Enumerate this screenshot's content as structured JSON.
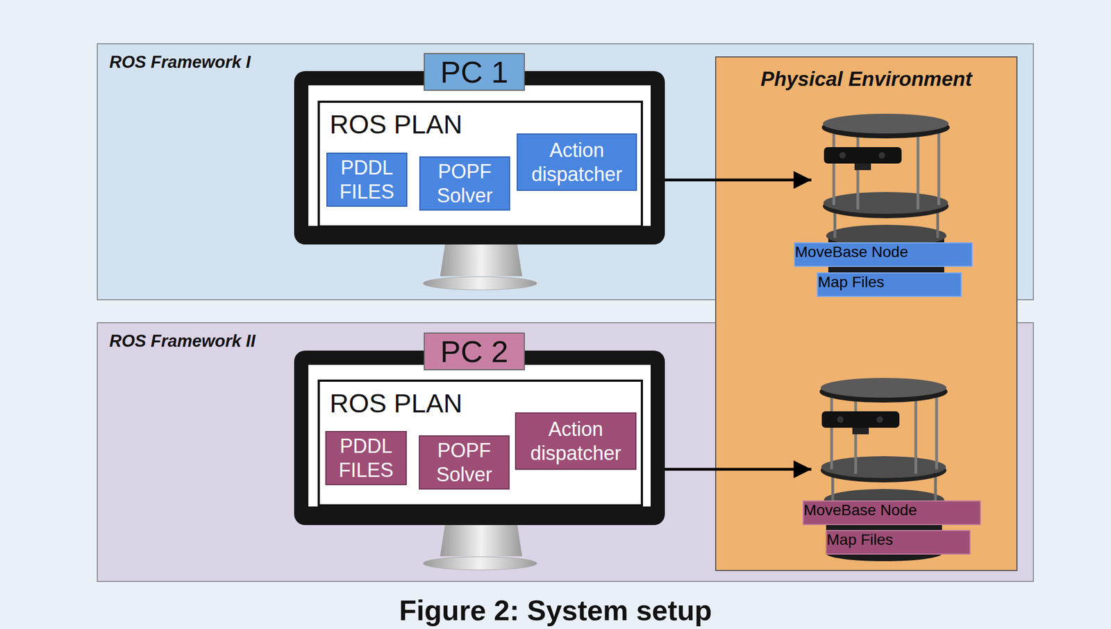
{
  "diagram": {
    "caption": "Figure 2: System setup",
    "nodes": [
      {
        "text": [
          "ROS Framework I"
        ]
      },
      {
        "text": [
          "PC 1"
        ],
        "in": 0
      },
      {
        "text": [
          "ROS PLAN"
        ],
        "in": 1
      },
      {
        "text": [
          "PDDL FILES"
        ],
        "in": 2
      },
      {
        "text": [
          "POPF Solver"
        ],
        "in": 2
      },
      {
        "text": [
          "Action dispatcher"
        ],
        "in": 2
      },
      {
        "text": [
          "ROS Framework II"
        ]
      },
      {
        "text": [
          "PC 2"
        ],
        "in": 6
      },
      {
        "text": [
          "ROS PLAN"
        ],
        "in": 7
      },
      {
        "text": [
          "PDDL FILES"
        ],
        "in": 8
      },
      {
        "text": [
          "POPF Solver"
        ],
        "in": 8
      },
      {
        "text": [
          "Action dispatcher"
        ],
        "in": 8
      },
      {
        "text": [
          "Physical Environment"
        ]
      },
      {
        "text": [
          "MoveBase Node"
        ],
        "in": 12
      },
      {
        "text": [
          "Map Files"
        ],
        "in": 12
      },
      {
        "text": [
          "MoveBase Node"
        ],
        "in": 12
      },
      {
        "text": [
          "Map Files"
        ],
        "in": 12
      }
    ],
    "edges": [
      {
        "from": 1,
        "to": 13,
        "arrow": "to"
      },
      {
        "from": 7,
        "to": 15,
        "arrow": "to"
      }
    ]
  }
}
